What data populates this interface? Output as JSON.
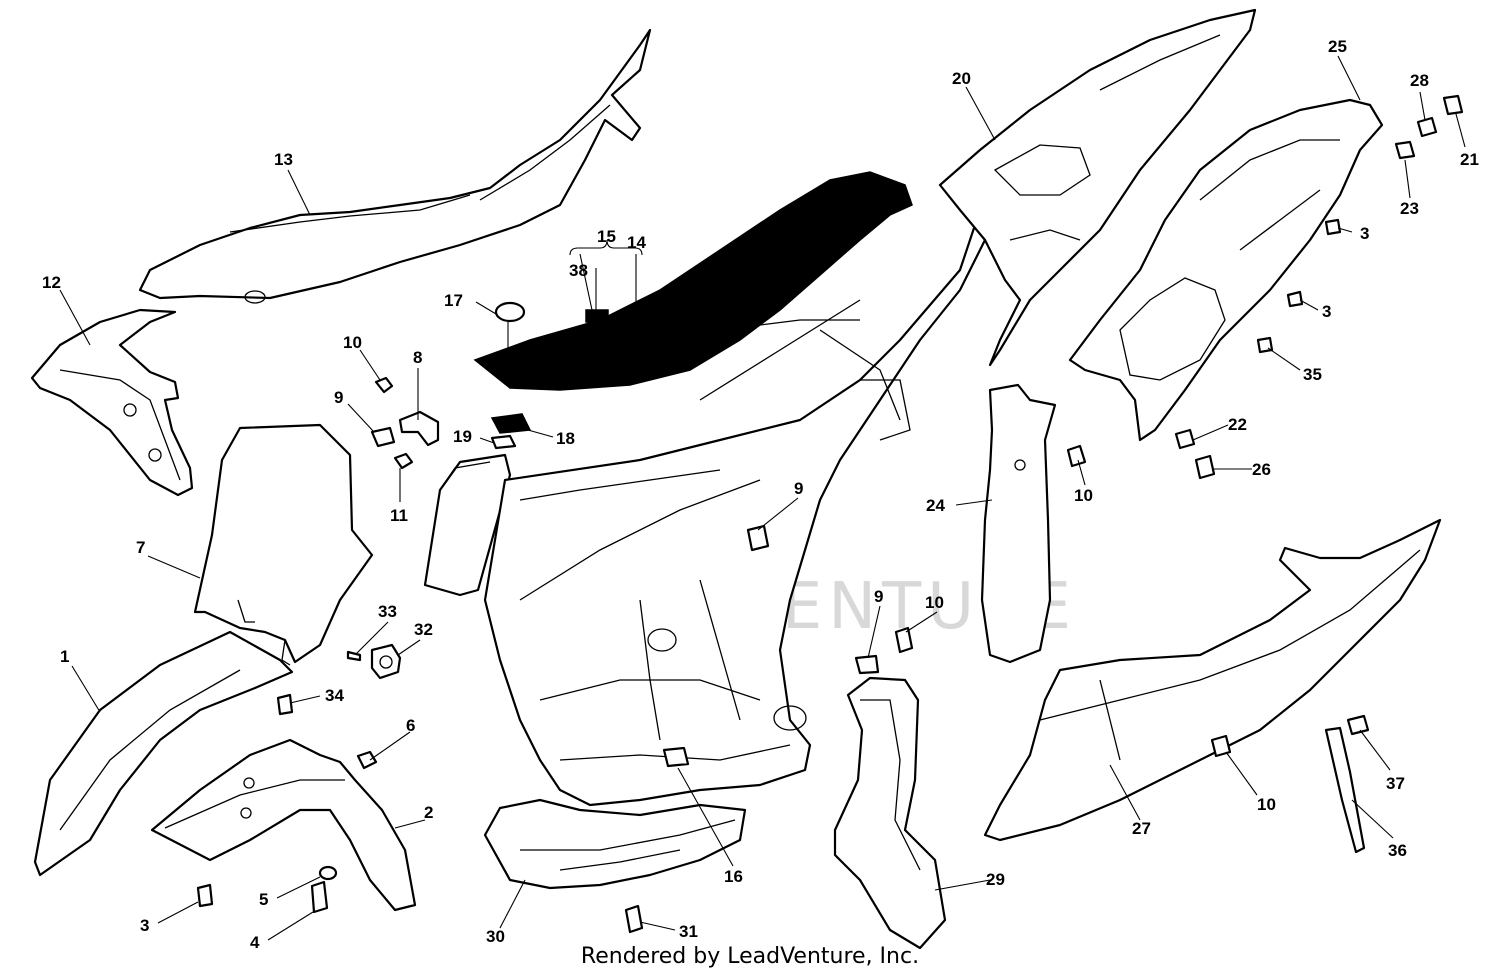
{
  "watermark": "LEADVENTURE",
  "footer": "Rendered by LeadVenture, Inc.",
  "callouts": {
    "c1": "1",
    "c2": "2",
    "c3a": "3",
    "c3b": "3",
    "c3c": "3",
    "c4": "4",
    "c5": "5",
    "c6": "6",
    "c7": "7",
    "c8": "8",
    "c9a": "9",
    "c9b": "9",
    "c9c": "9",
    "c10a": "10",
    "c10b": "10",
    "c10c": "10",
    "c10d": "10",
    "c11": "11",
    "c12": "12",
    "c13": "13",
    "c14": "14",
    "c15": "15",
    "c16": "16",
    "c17": "17",
    "c18": "18",
    "c19": "19",
    "c20": "20",
    "c21": "21",
    "c22": "22",
    "c23": "23",
    "c24": "24",
    "c25": "25",
    "c26": "26",
    "c27": "27",
    "c28": "28",
    "c29": "29",
    "c30": "30",
    "c31": "31",
    "c32": "32",
    "c33": "33",
    "c34": "34",
    "c35": "35",
    "c36": "36",
    "c37": "37",
    "c38": "38"
  }
}
